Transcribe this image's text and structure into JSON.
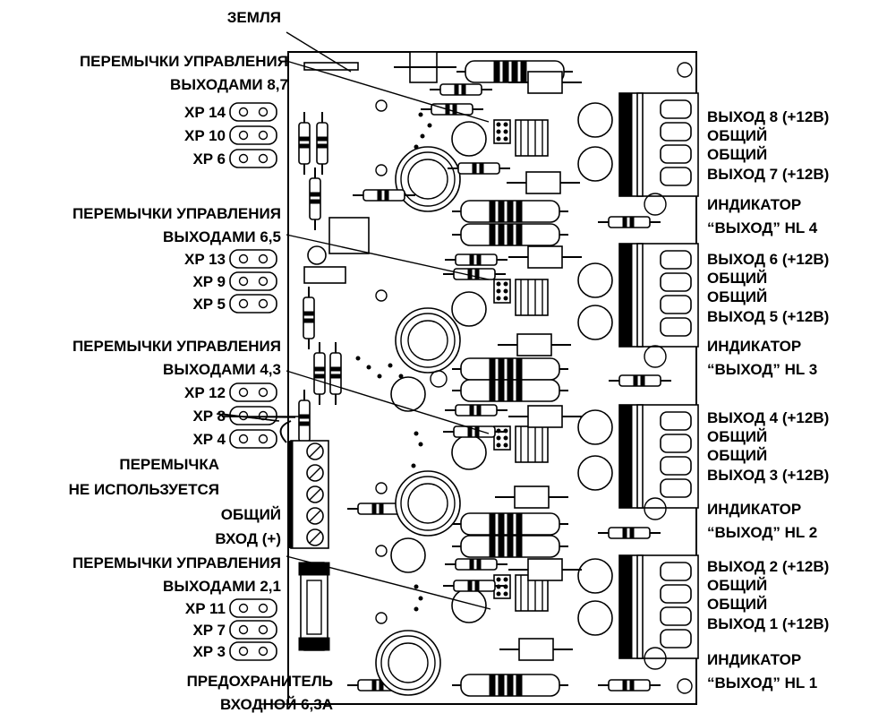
{
  "labels": {
    "ground": "ЗЕМЛЯ",
    "jumpers_87_l1": "ПЕРЕМЫЧКИ УПРАВЛЕНИЯ",
    "jumpers_87_l2": "ВЫХОДАМИ 8,7",
    "jumpers_65_l1": "ПЕРЕМЫЧКИ УПРАВЛЕНИЯ",
    "jumpers_65_l2": "ВЫХОДАМИ 6,5",
    "jumpers_43_l1": "ПЕРЕМЫЧКИ УПРАВЛЕНИЯ",
    "jumpers_43_l2": "ВЫХОДАМИ 4,3",
    "jumpers_21_l1": "ПЕРЕМЫЧКИ УПРАВЛЕНИЯ",
    "jumpers_21_l2": "ВЫХОДАМИ 2,1",
    "xp14": "XP 14",
    "xp10": "XP 10",
    "xp6": "XP 6",
    "xp13": "XP 13",
    "xp9": "XP 9",
    "xp5": "XP 5",
    "xp12": "XP 12",
    "xp8": "XP 8",
    "xp4": "XP 4",
    "xp11": "XP 11",
    "xp7": "XP 7",
    "xp3": "XP 3",
    "jumper": "ПЕРЕМЫЧКА",
    "not_used": "НЕ ИСПОЛЬЗУЕТСЯ",
    "common_in": "ОБЩИЙ",
    "input_plus": "ВХОД (+)",
    "fuse_l1": "ПРЕДОХРАНИТЕЛЬ",
    "fuse_l2": "ВХОДНОЙ 6,3А",
    "out8": "ВЫХОД 8 (+12В)",
    "out7": "ВЫХОД 7 (+12В)",
    "out6": "ВЫХОД 6 (+12В)",
    "out5": "ВЫХОД 5 (+12В)",
    "out4": "ВЫХОД 4 (+12В)",
    "out3": "ВЫХОД 3 (+12В)",
    "out2": "ВЫХОД 2 (+12В)",
    "out1": "ВЫХОД 1 (+12В)",
    "common": "ОБЩИЙ",
    "indicator": "ИНДИКАТОР",
    "hl4": "“ВЫХОД” HL 4",
    "hl3": "“ВЫХОД” HL 3",
    "hl2": "“ВЫХОД” HL 2",
    "hl1": "“ВЫХОД” HL 1"
  }
}
